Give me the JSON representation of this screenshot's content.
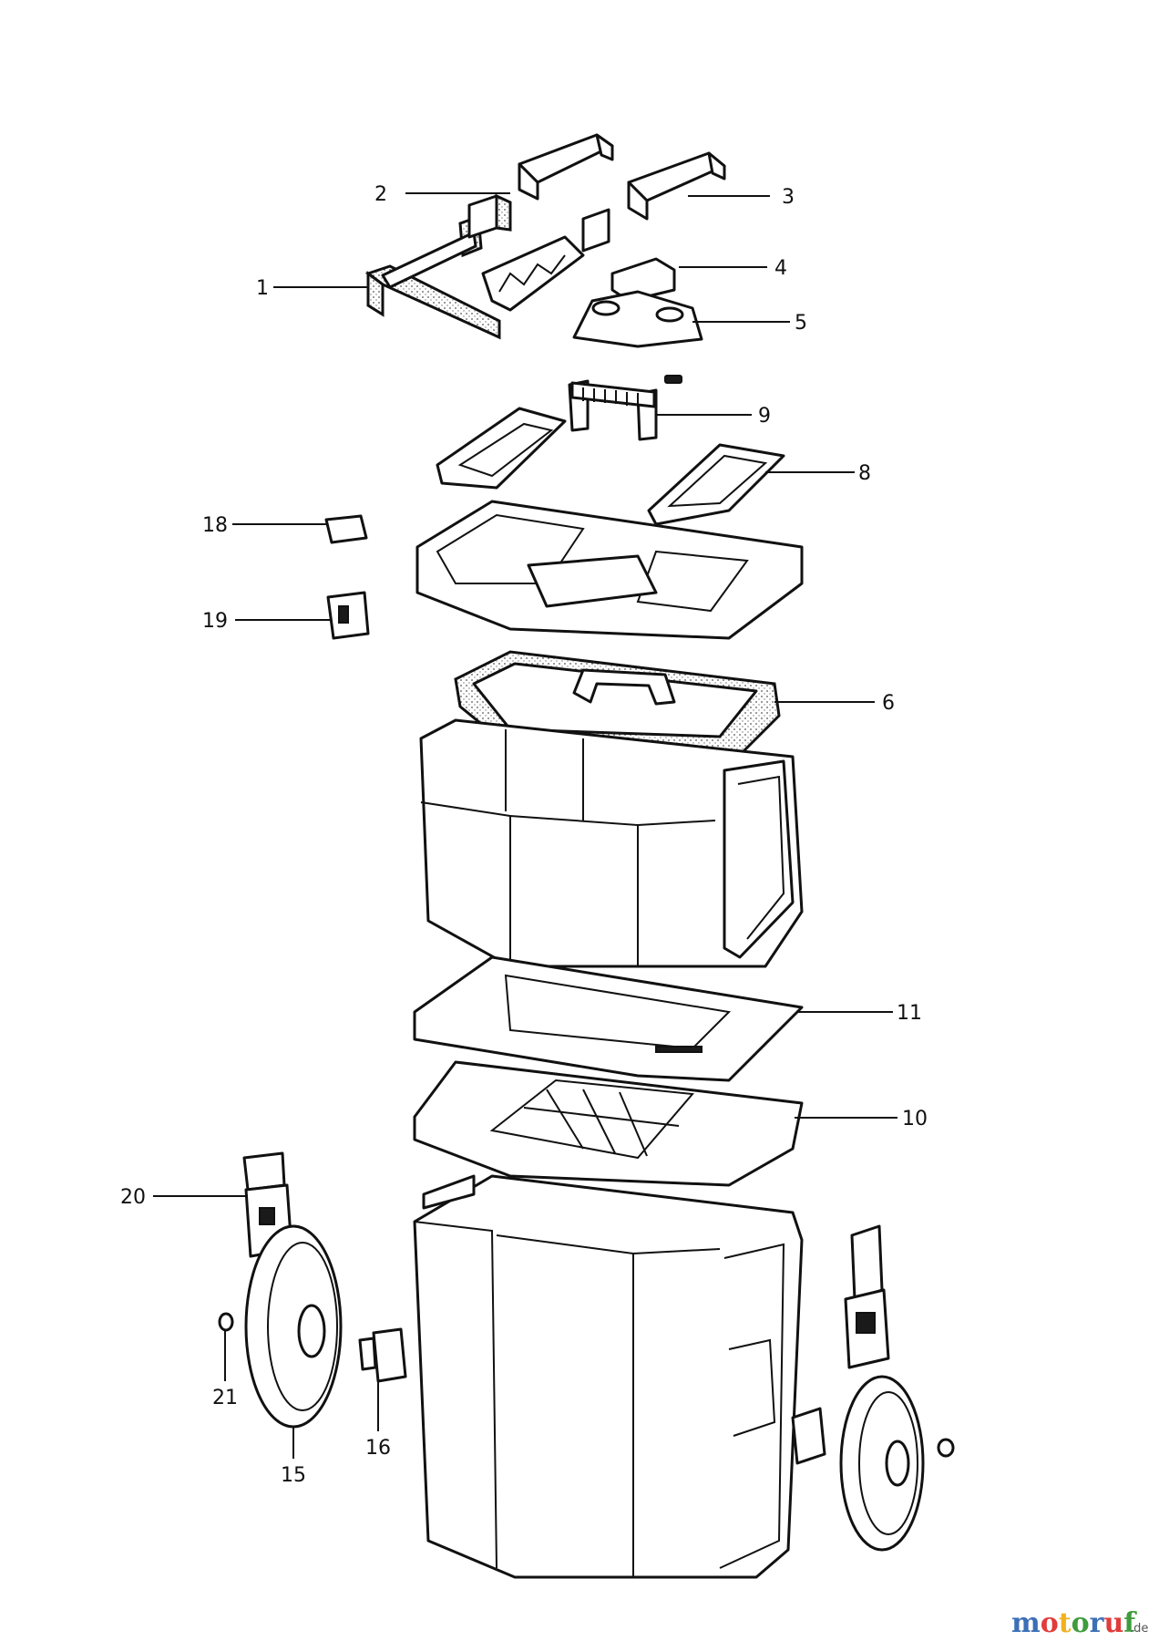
{
  "callouts": [
    {
      "id": "1",
      "label": "1"
    },
    {
      "id": "2",
      "label": "2"
    },
    {
      "id": "3",
      "label": "3"
    },
    {
      "id": "4",
      "label": "4"
    },
    {
      "id": "5",
      "label": "5"
    },
    {
      "id": "6",
      "label": "6"
    },
    {
      "id": "8",
      "label": "8"
    },
    {
      "id": "9",
      "label": "9"
    },
    {
      "id": "10",
      "label": "10"
    },
    {
      "id": "11",
      "label": "11"
    },
    {
      "id": "15",
      "label": "15"
    },
    {
      "id": "16",
      "label": "16"
    },
    {
      "id": "18",
      "label": "18"
    },
    {
      "id": "19",
      "label": "19"
    },
    {
      "id": "20",
      "label": "20"
    },
    {
      "id": "21",
      "label": "21"
    }
  ],
  "watermark": {
    "letters": [
      "m",
      "o",
      "t",
      "o",
      "r",
      "u",
      "f"
    ],
    "suffix": ".de",
    "colors": [
      "#3b6fb6",
      "#e23b3b",
      "#f2b21f",
      "#3f9b3c",
      "#3b6fb6",
      "#e23b3b",
      "#3f9b3c"
    ]
  }
}
